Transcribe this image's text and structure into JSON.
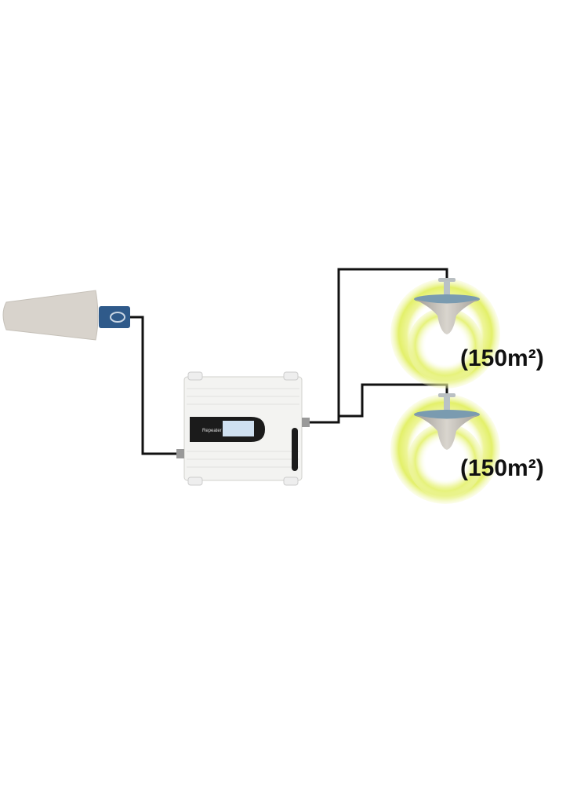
{
  "diagram": {
    "repeater": {
      "label": "Repeater"
    },
    "indoor_antennas": [
      {
        "coverage_label": "(150m²)"
      },
      {
        "coverage_label": "(150m²)"
      }
    ]
  },
  "colors": {
    "cable": "#111111",
    "glow": "#e6f27a",
    "antenna_body": "#d6d2cb",
    "bracket": "#2f5a8a"
  }
}
